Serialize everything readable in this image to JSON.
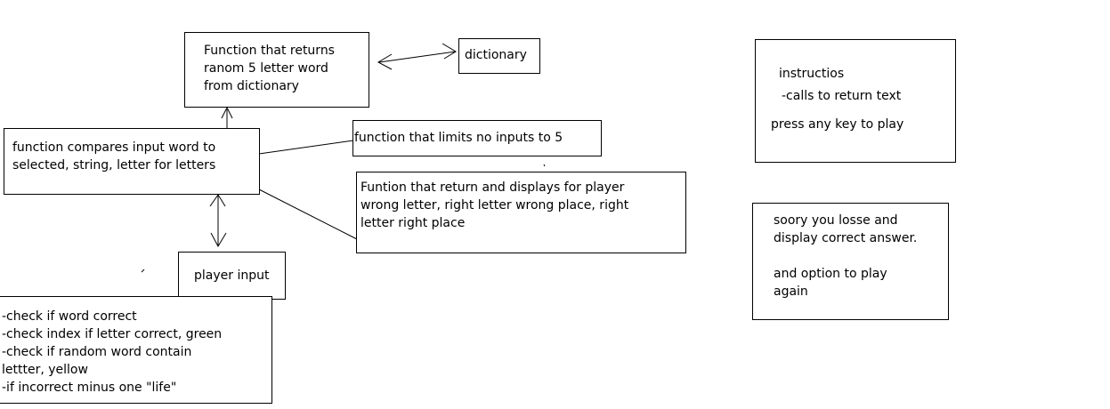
{
  "boxes": {
    "random_word": {
      "text": "Function that returns\nranom 5 letter word\nfrom dictionary"
    },
    "dictionary": {
      "text": "dictionary"
    },
    "instructions": {
      "title": "instructios",
      "line": "-calls to return text",
      "prompt": "press any key to play"
    },
    "compare": {
      "text": "function compares input word to\nselected, string, letter for letters"
    },
    "limit_inputs": {
      "text": "function that limits no inputs to 5"
    },
    "feedback": {
      "text": "Funtion that return and displays for player\nwrong letter, right letter wrong place, right\nletter right place"
    },
    "lose": {
      "text": "soory you losse and\ndisplay correct answer.\n\nand option to play\nagain"
    },
    "player_input": {
      "text": "player input"
    },
    "checks": {
      "text": "-check if word correct\n-check index if letter correct, green\n-check if random word contain\nlettter, yellow\n-if incorrect minus one \"life\""
    }
  },
  "colors": {
    "ink": "#000000",
    "background": "#ffffff"
  }
}
